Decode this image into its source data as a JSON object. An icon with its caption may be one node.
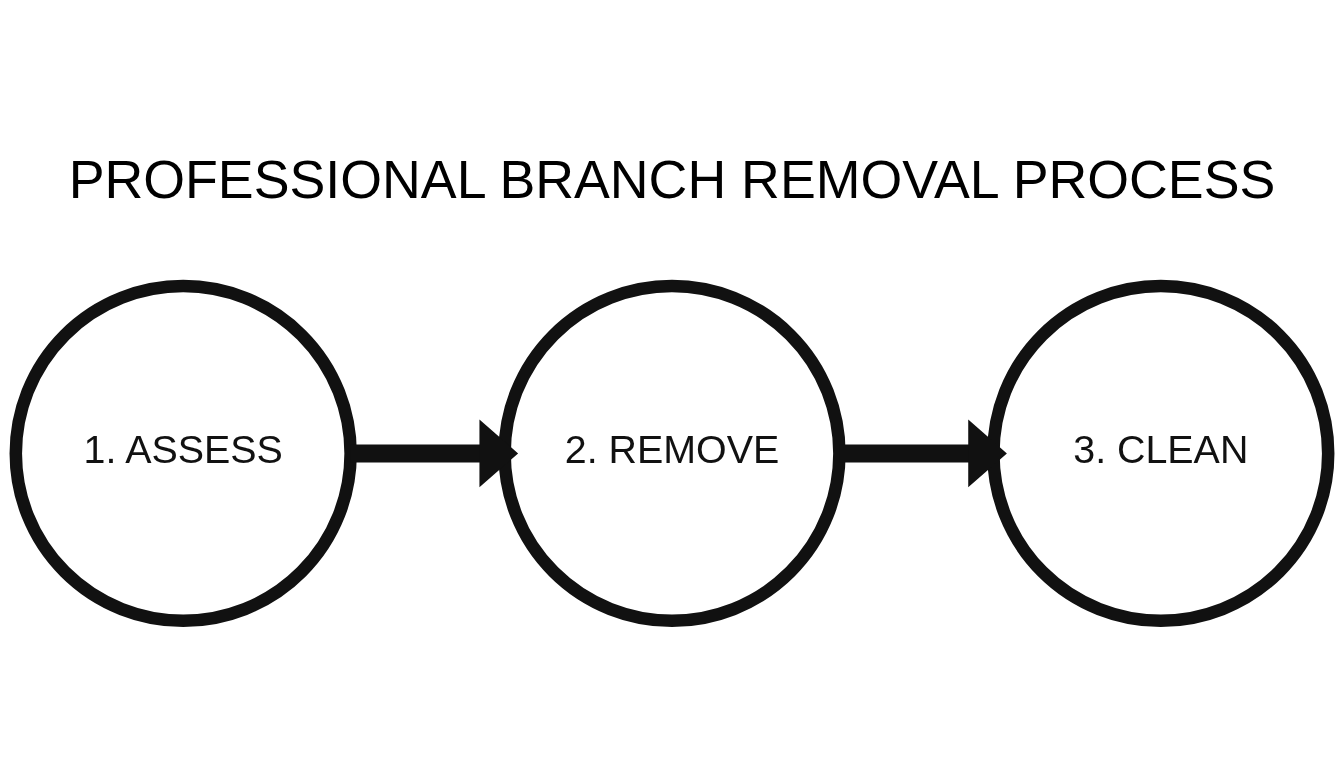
{
  "diagram": {
    "title": "PROFESSIONAL BRANCH REMOVAL PROCESS",
    "nodes": [
      {
        "text": [
          "1. ASSESS"
        ]
      },
      {
        "text": [
          "2. REMOVE"
        ]
      },
      {
        "text": [
          "3. CLEAN"
        ]
      }
    ],
    "edges": [
      {
        "from": 0,
        "to": 1,
        "arrow": "to"
      },
      {
        "from": 1,
        "to": 2,
        "arrow": "to"
      }
    ]
  }
}
